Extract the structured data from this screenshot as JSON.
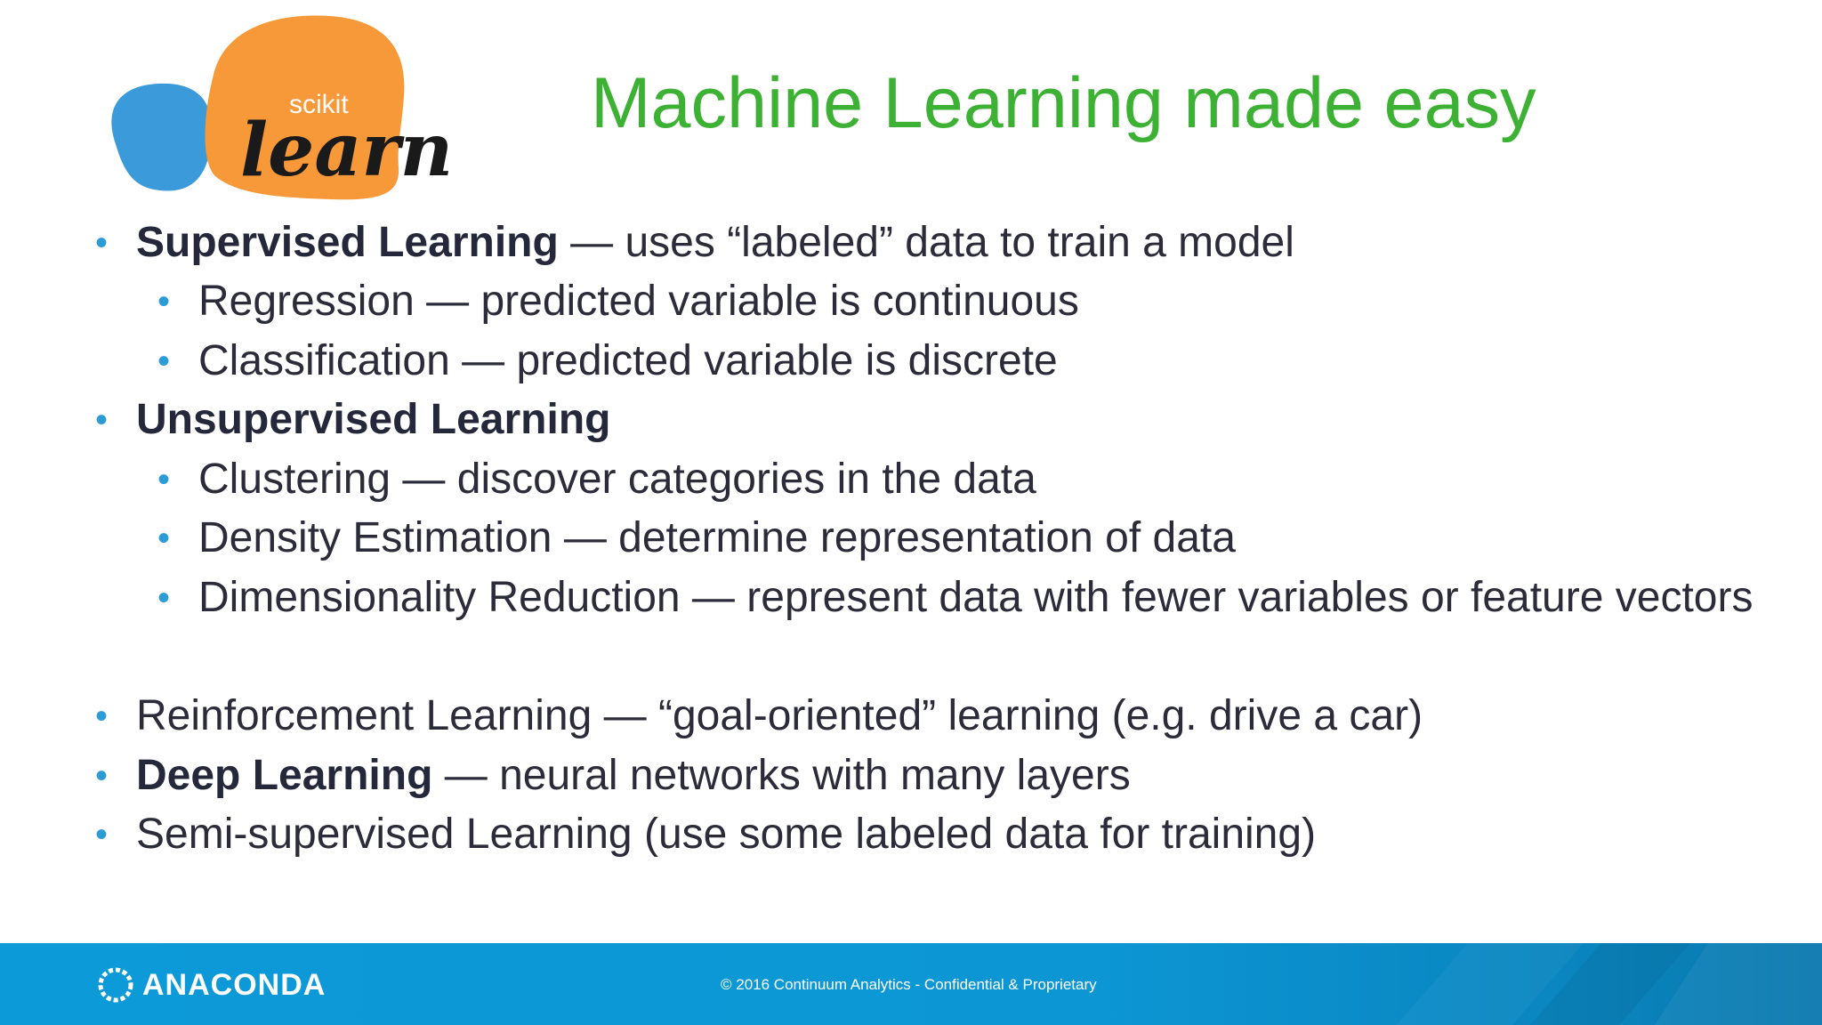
{
  "slide": {
    "title": "Machine Learning made easy",
    "logo": {
      "icon": "scikit-learn-logo",
      "small_text": "scikit",
      "big_text": "learn",
      "colors": {
        "blue": "#3b9ad9",
        "orange": "#f89939",
        "text": "#1a1a1a"
      }
    },
    "accent_colors": {
      "title": "#3db134",
      "bullet": "#2b9cd6",
      "footer": "#0d9ad8"
    },
    "bullets": [
      {
        "level": 1,
        "bold": "Supervised Learning",
        "rest": " — uses “labeled” data to train a model"
      },
      {
        "level": 2,
        "bold": "",
        "rest": "Regression — predicted variable is continuous"
      },
      {
        "level": 2,
        "bold": "",
        "rest": "Classification — predicted variable is discrete"
      },
      {
        "level": 1,
        "bold": "Unsupervised Learning",
        "rest": ""
      },
      {
        "level": 2,
        "bold": "",
        "rest": "Clustering — discover categories in the data"
      },
      {
        "level": 2,
        "bold": "",
        "rest": "Density Estimation — determine representation of data"
      },
      {
        "level": 2,
        "bold": "",
        "rest": "Dimensionality Reduction — represent data with fewer variables or feature vectors"
      },
      {
        "level": 1,
        "bold": "",
        "rest": "Reinforcement Learning — “goal-oriented” learning (e.g. drive a car)"
      },
      {
        "level": 1,
        "bold": "Deep Learning",
        "rest": " — neural networks with many layers"
      },
      {
        "level": 1,
        "bold": "",
        "rest": "Semi-supervised Learning (use some labeled data for training)"
      }
    ],
    "bullet_glyph": "•"
  },
  "footer": {
    "brand": "ANACONDA",
    "brand_icon": "anaconda-ring-icon",
    "copyright": "© 2016 Continuum Analytics - Confidential & Proprietary"
  }
}
